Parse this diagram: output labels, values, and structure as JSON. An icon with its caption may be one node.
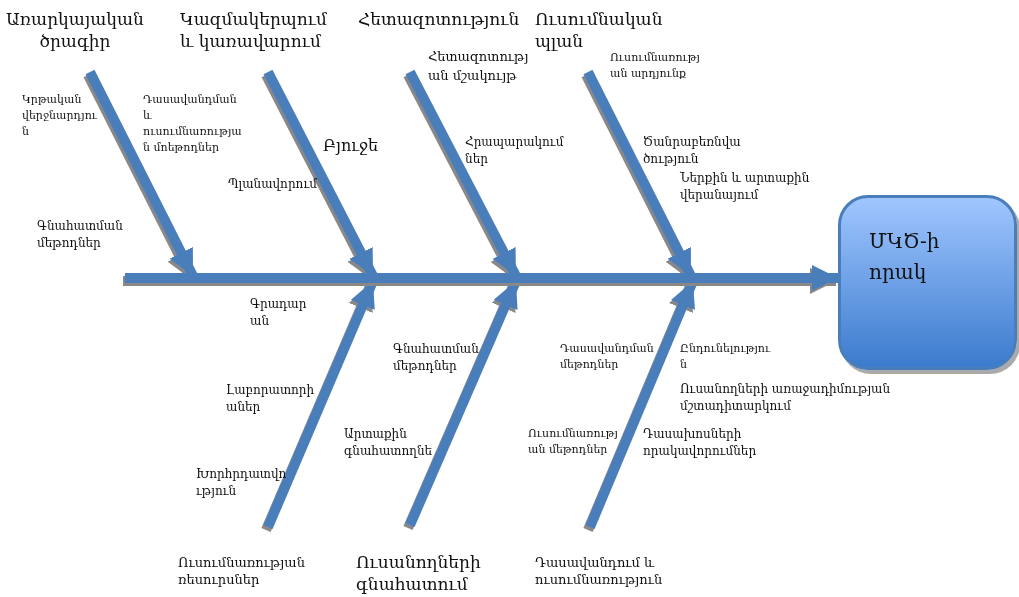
{
  "diagram": {
    "nodes": [
      {
        "text": [
          "Առարկայական ծրագիր"
        ]
      },
      {
        "text": [
          "Կազմակերպում և կառավարում"
        ]
      },
      {
        "text": [
          "Հետազոտություն"
        ]
      },
      {
        "text": [
          "Ուսումնական պլան"
        ]
      },
      {
        "text": [
          "Ուսումնառության ռեսուրսներ"
        ]
      },
      {
        "text": [
          "Ուսանողների գնահատում"
        ]
      },
      {
        "text": [
          "Դասավանդում և ուսումնառություն"
        ]
      },
      {
        "text": [
          "ՄԿԾ-ի որակ"
        ]
      }
    ],
    "edges": [
      {
        "from": 0,
        "to": null,
        "arrow": "to"
      },
      {
        "from": 1,
        "to": null,
        "arrow": "to"
      },
      {
        "from": 2,
        "to": null,
        "arrow": "to"
      },
      {
        "from": 3,
        "to": null,
        "arrow": "to"
      },
      {
        "from": 4,
        "to": null,
        "arrow": "to"
      },
      {
        "from": 5,
        "to": null,
        "arrow": "to"
      },
      {
        "from": 6,
        "to": null,
        "arrow": "to"
      },
      {
        "from": null,
        "to": 7,
        "arrow": "to"
      }
    ],
    "labels": [
      "Կրթական վերջնարդյուն",
      "Դասավանդման և ուսումնառության մոեթոդներ",
      "Գնահատման մեթոդներ",
      "Բյուջե",
      "Պլանավորում",
      "Հետազոտության մշակույթ",
      "Հրապարակումներ",
      "Ուսումնառության արդյունք",
      "Ծանրաբեռնվածություն",
      "Ներքին և արտաքին վերանայում",
      "Գրադարան",
      "Լաբորատորիաներ",
      "Խորհրդատվություն",
      "Գնահատման մեթոդներ",
      "Արտաքին գնահատողնե",
      "Դասավանդման մեթոդներ",
      "Ընդունելություն",
      "Ուսանողների առաջադիմության մշտադիտարկում",
      "Ուսումնառության մեթոդներ",
      "Դասախոսների որակավորումներ"
    ]
  }
}
